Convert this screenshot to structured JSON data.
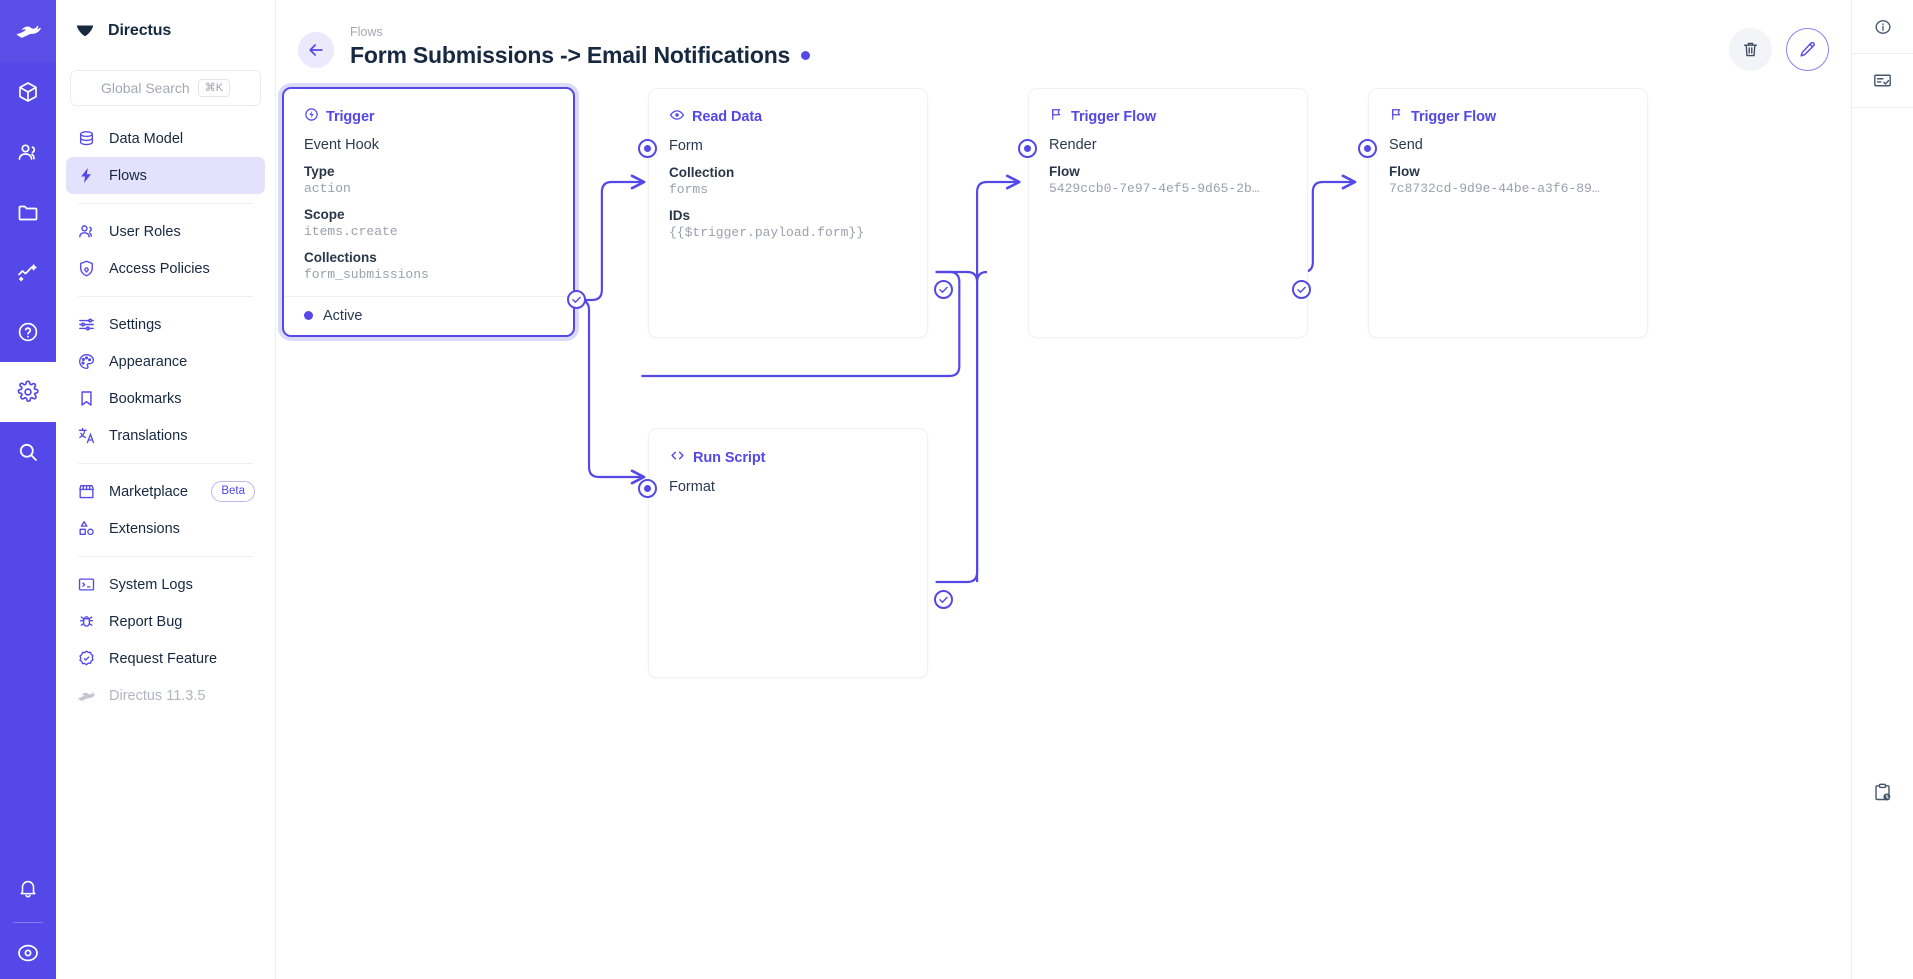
{
  "module_bar": {
    "items": [
      {
        "name": "directus-logo",
        "label": "Directus"
      },
      {
        "name": "content",
        "label": "Content"
      },
      {
        "name": "user-directory",
        "label": "User Directory"
      },
      {
        "name": "file-library",
        "label": "File Library"
      },
      {
        "name": "insights",
        "label": "Insights"
      },
      {
        "name": "help",
        "label": "Help"
      },
      {
        "name": "settings",
        "label": "Settings"
      },
      {
        "name": "search",
        "label": "Search"
      }
    ],
    "bottom": [
      {
        "name": "notifications",
        "label": "Notifications"
      },
      {
        "name": "account",
        "label": "Account"
      }
    ]
  },
  "sidebar": {
    "title": "Directus",
    "search": {
      "placeholder": "Global Search",
      "shortcut": "⌘K"
    },
    "groups": [
      {
        "items": [
          {
            "label": "Data Model",
            "icon": "database-icon",
            "active": false
          },
          {
            "label": "Flows",
            "icon": "bolt-icon",
            "active": true
          }
        ]
      },
      {
        "items": [
          {
            "label": "User Roles",
            "icon": "users-icon",
            "active": false
          },
          {
            "label": "Access Policies",
            "icon": "shield-lock-icon",
            "active": false
          }
        ]
      },
      {
        "items": [
          {
            "label": "Settings",
            "icon": "sliders-icon",
            "active": false
          },
          {
            "label": "Appearance",
            "icon": "palette-icon",
            "active": false
          },
          {
            "label": "Bookmarks",
            "icon": "bookmark-icon",
            "active": false
          },
          {
            "label": "Translations",
            "icon": "translate-icon",
            "active": false
          }
        ]
      },
      {
        "items": [
          {
            "label": "Marketplace",
            "icon": "storefront-icon",
            "badge": "Beta",
            "active": false
          },
          {
            "label": "Extensions",
            "icon": "extensions-icon",
            "active": false
          }
        ]
      },
      {
        "items": [
          {
            "label": "System Logs",
            "icon": "terminal-icon",
            "active": false
          },
          {
            "label": "Report Bug",
            "icon": "bug-icon",
            "active": false
          },
          {
            "label": "Request Feature",
            "icon": "badge-check-icon",
            "active": false
          },
          {
            "label": "Directus 11.3.5",
            "icon": "directus-rabbit-icon",
            "active": false,
            "muted": true
          }
        ]
      }
    ]
  },
  "header": {
    "breadcrumb": "Flows",
    "title": "Form Submissions -> Email Notifications",
    "status_dot_color": "#5548e8",
    "actions": [
      {
        "name": "delete-flow-button",
        "icon": "trash-icon"
      },
      {
        "name": "edit-flow-button",
        "icon": "pencil-icon"
      }
    ]
  },
  "right_rail": {
    "items": [
      {
        "name": "info-sidebar-button",
        "icon": "info-icon"
      },
      {
        "name": "logs-sidebar-button",
        "icon": "list-check-icon"
      }
    ],
    "bottom": [
      {
        "name": "activity-button",
        "icon": "clipboard-clock-icon"
      }
    ]
  },
  "flow": {
    "nodes": [
      {
        "id": "trigger",
        "kind": "trigger",
        "title": "Trigger",
        "icon": "trigger-icon",
        "subtitle": "Event Hook",
        "fields": [
          {
            "label": "Type",
            "value": "action"
          },
          {
            "label": "Scope",
            "value": "items.create"
          },
          {
            "label": "Collections",
            "value": "form_submissions"
          }
        ],
        "status": "Active",
        "selected": true
      },
      {
        "id": "read-data",
        "kind": "operation",
        "title": "Read Data",
        "icon": "eye-icon",
        "subtitle": "Form",
        "fields": [
          {
            "label": "Collection",
            "value": "forms"
          },
          {
            "label": "IDs",
            "value": "{{$trigger.payload.form}}"
          }
        ]
      },
      {
        "id": "run-script",
        "kind": "operation",
        "title": "Run Script",
        "icon": "code-icon",
        "subtitle": "Format",
        "fields": []
      },
      {
        "id": "trigger-flow-render",
        "kind": "operation",
        "title": "Trigger Flow",
        "icon": "flag-icon",
        "subtitle": "Render",
        "fields": [
          {
            "label": "Flow",
            "value": "5429ccb0-7e97-4ef5-9d65-2b…"
          }
        ]
      },
      {
        "id": "trigger-flow-send",
        "kind": "operation",
        "title": "Trigger Flow",
        "icon": "flag-icon",
        "subtitle": "Send",
        "fields": [
          {
            "label": "Flow",
            "value": "7c8732cd-9d9e-44be-a3f6-89…"
          }
        ]
      }
    ],
    "edge_color": "#5548e8"
  }
}
